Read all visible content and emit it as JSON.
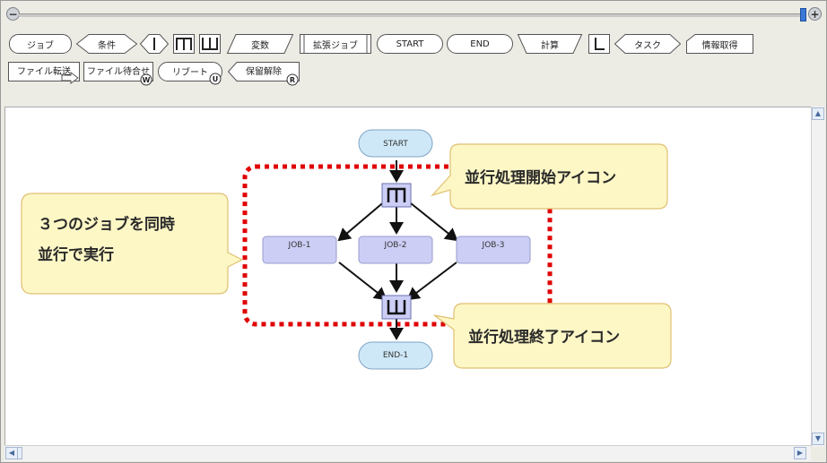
{
  "palette": {
    "job": "ジョブ",
    "condition": "条件",
    "variable": "変数",
    "extended_job": "拡張ジョブ",
    "start": "START",
    "end": "END",
    "calc": "計算",
    "task": "タスク",
    "info_get": "情報取得",
    "file_transfer": "ファイル転送",
    "file_wait": "ファイル待合せ",
    "reboot": "リブート",
    "hold_release": "保留解除",
    "badge_w": "W",
    "badge_u": "U",
    "badge_r": "R"
  },
  "flow": {
    "start": "START",
    "job1": "JOB-1",
    "job2": "JOB-2",
    "job3": "JOB-3",
    "end": "END-1"
  },
  "callouts": {
    "left_line1": "３つのジョブを同時",
    "left_line2": "並行で実行",
    "top_right": "並行処理開始アイコン",
    "bottom_right": "並行処理終了アイコン"
  },
  "colors": {
    "callout_fill": "#fdf7c6",
    "callout_border": "#e0c070",
    "node_fill": "#cccef6",
    "terminal_fill": "#cfe8f8",
    "dotted_red": "#e00000"
  }
}
